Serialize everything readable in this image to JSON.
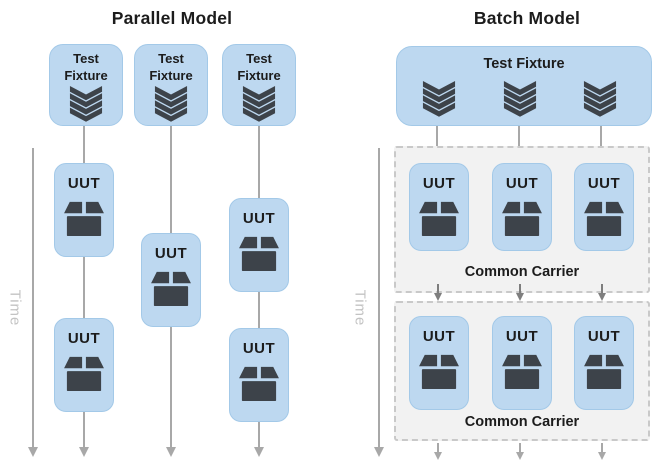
{
  "colors": {
    "box_fill": "#BDD8F0",
    "box_border": "#A3C9E8",
    "icon_dark": "#3D434A",
    "title_text": "#1C1C1C",
    "arrow_gray": "#A8A8A8",
    "transfer_arrow_gray": "#7E7E7E",
    "time_label_gray": "#C3C3C3",
    "carrier_fill": "#F2F2F2",
    "carrier_border": "#C9C9C9"
  },
  "parallel": {
    "title": "Parallel Model",
    "time_label": "Time",
    "fixture_count": 3,
    "fixture_line1": "Test",
    "fixture_line2": "Fixture",
    "uut_label": "UUT",
    "uut_count": 5
  },
  "batch": {
    "title": "Batch Model",
    "time_label": "Time",
    "fixture_label": "Test Fixture",
    "uut_label": "UUT",
    "uuts_per_carrier": 3,
    "carrier_count": 2,
    "carrier_label": "Common Carrier"
  },
  "icons": {
    "fixture_icon": "chevrons-down-icon",
    "uut_icon": "open-box-icon"
  }
}
